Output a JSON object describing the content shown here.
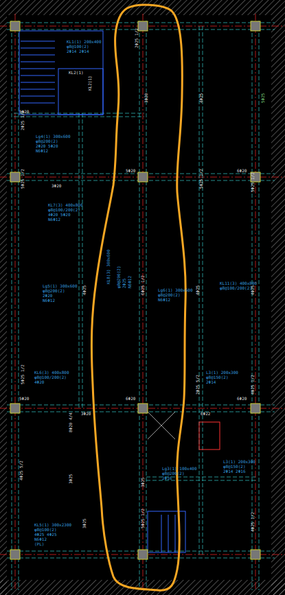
{
  "diagram": {
    "labels": [
      "KL1(1) 200x400",
      "φ8@100(2)",
      "2Φ14 2Φ14",
      "KL2(1)",
      "KL2(1)",
      "5Φ20",
      "Lg4(1) 300x600",
      "φ8@200(2)",
      "2Φ20 5Φ20",
      "N6Φ12",
      "5Φ20",
      "6Φ20",
      "3Φ20",
      "KL7(3) 400x800",
      "φ8@100/200(2)",
      "4Φ20 5Φ20",
      "N6Φ12",
      "Lg5(1) 300x600",
      "φ8@200(2)",
      "2Φ20",
      "N6Φ12",
      "KL8(3) 300x600",
      "φ8@200(2)",
      "2Φ25",
      "N6Φ12",
      "Lg6(1) 300x600",
      "φ8@200(2)",
      "N6Φ12",
      "KL11(3) 400x800",
      "φ8@100/200(2)",
      "KL6(3) 400x800",
      "φ8@100/200(2)",
      "4Φ20",
      "L3(1) 200x300",
      "φ8@150(2)",
      "2Φ14",
      "5Φ20",
      "6Φ20",
      "6Φ20",
      "3Φ20",
      "6Φ22",
      "Lg3(1) 100x400",
      "φ8@200(2)",
      "2Φ16",
      "L3(1) 200x300",
      "φ8@150(2)",
      "2Φ14 2Φ16",
      "KL5(1) 300x2300",
      "φ8@100(2)",
      "4Φ25 4Φ25",
      "N6Φ12",
      "(PL)",
      "2Φ25 1/2",
      "3Φ20",
      "4Φ25",
      "2Φ25 1/2",
      "5Φ25 1/2",
      "4Φ25",
      "6Φ25 1/2",
      "5Φ25 1/2",
      "4Φ25",
      "5Φ25 1/2",
      "8Φ20 4/4",
      "3Φ25",
      "4Φ25",
      "2Φ25 5/2",
      "3Φ25",
      "5Φ25 1/2",
      "4Φ25 5/2",
      "3Φ25",
      "4Φ25 1/2",
      "4Φ25 1/2",
      "5Φ25 1/2",
      "5Φ25"
    ]
  }
}
